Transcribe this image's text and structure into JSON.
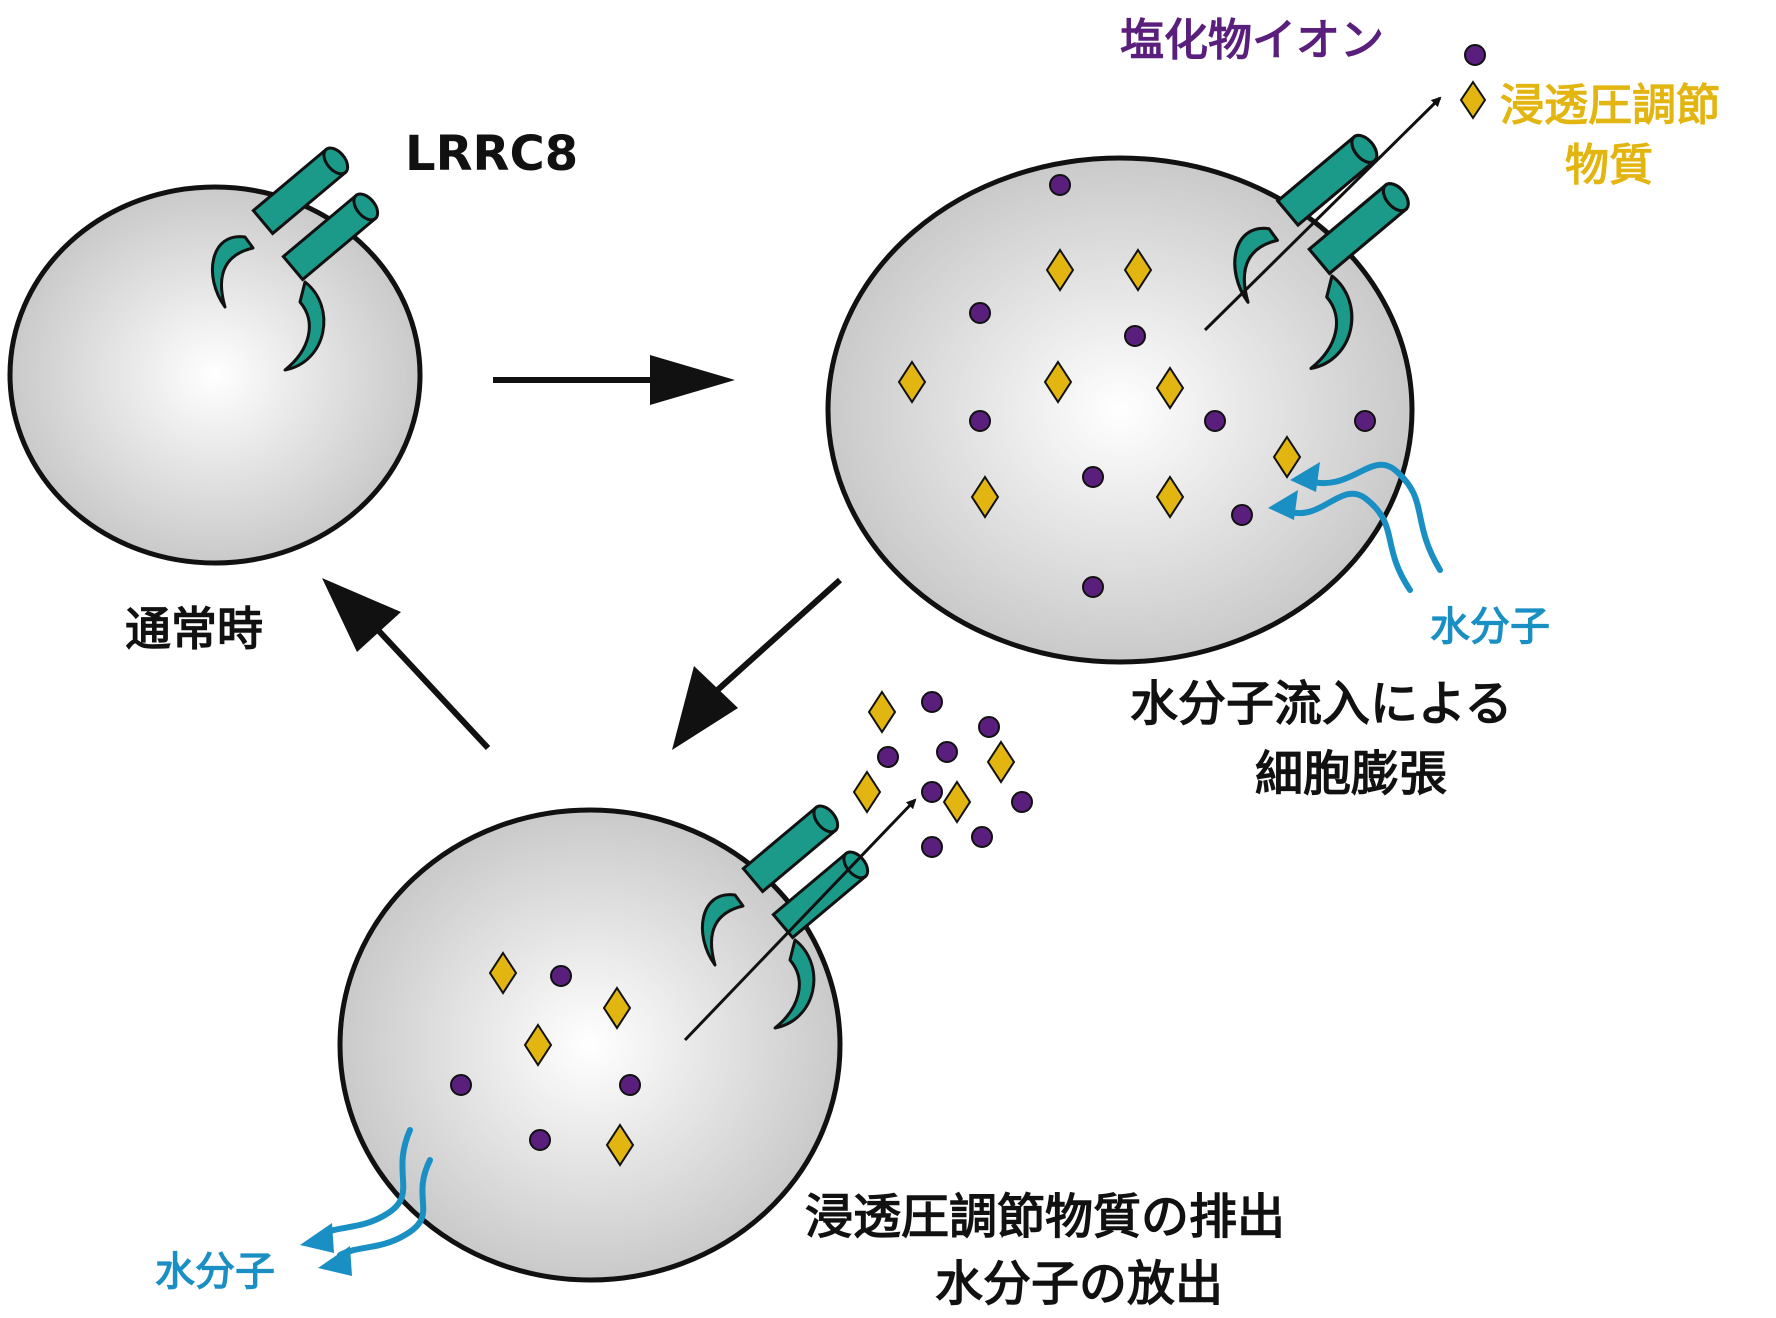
{
  "labels": {
    "lrrc8": "LRRC8",
    "normal_state": "通常時",
    "swelling_line1": "水分子流入による",
    "swelling_line2": "細胞膨張",
    "chloride": "塩化物イオン",
    "osmolyte_line1": "浸透圧調節",
    "osmolyte_line2": "物質",
    "water_in": "水分子",
    "release_line1": "浸透圧調節物質の排出",
    "release_line2": "水分子の放出",
    "water_out": "水分子"
  },
  "colors": {
    "chloride": "#5a1f7d",
    "osmolyte": "#e3b511",
    "water": "#1a8fc4",
    "channel": "#1b9a8a",
    "cell_fill_center": "#ffffff",
    "cell_fill_edge": "#c9c9c9",
    "outline": "#111111",
    "text": "#111111"
  },
  "legend": {
    "chloride_marker": "circle",
    "osmolyte_marker": "diamond"
  }
}
